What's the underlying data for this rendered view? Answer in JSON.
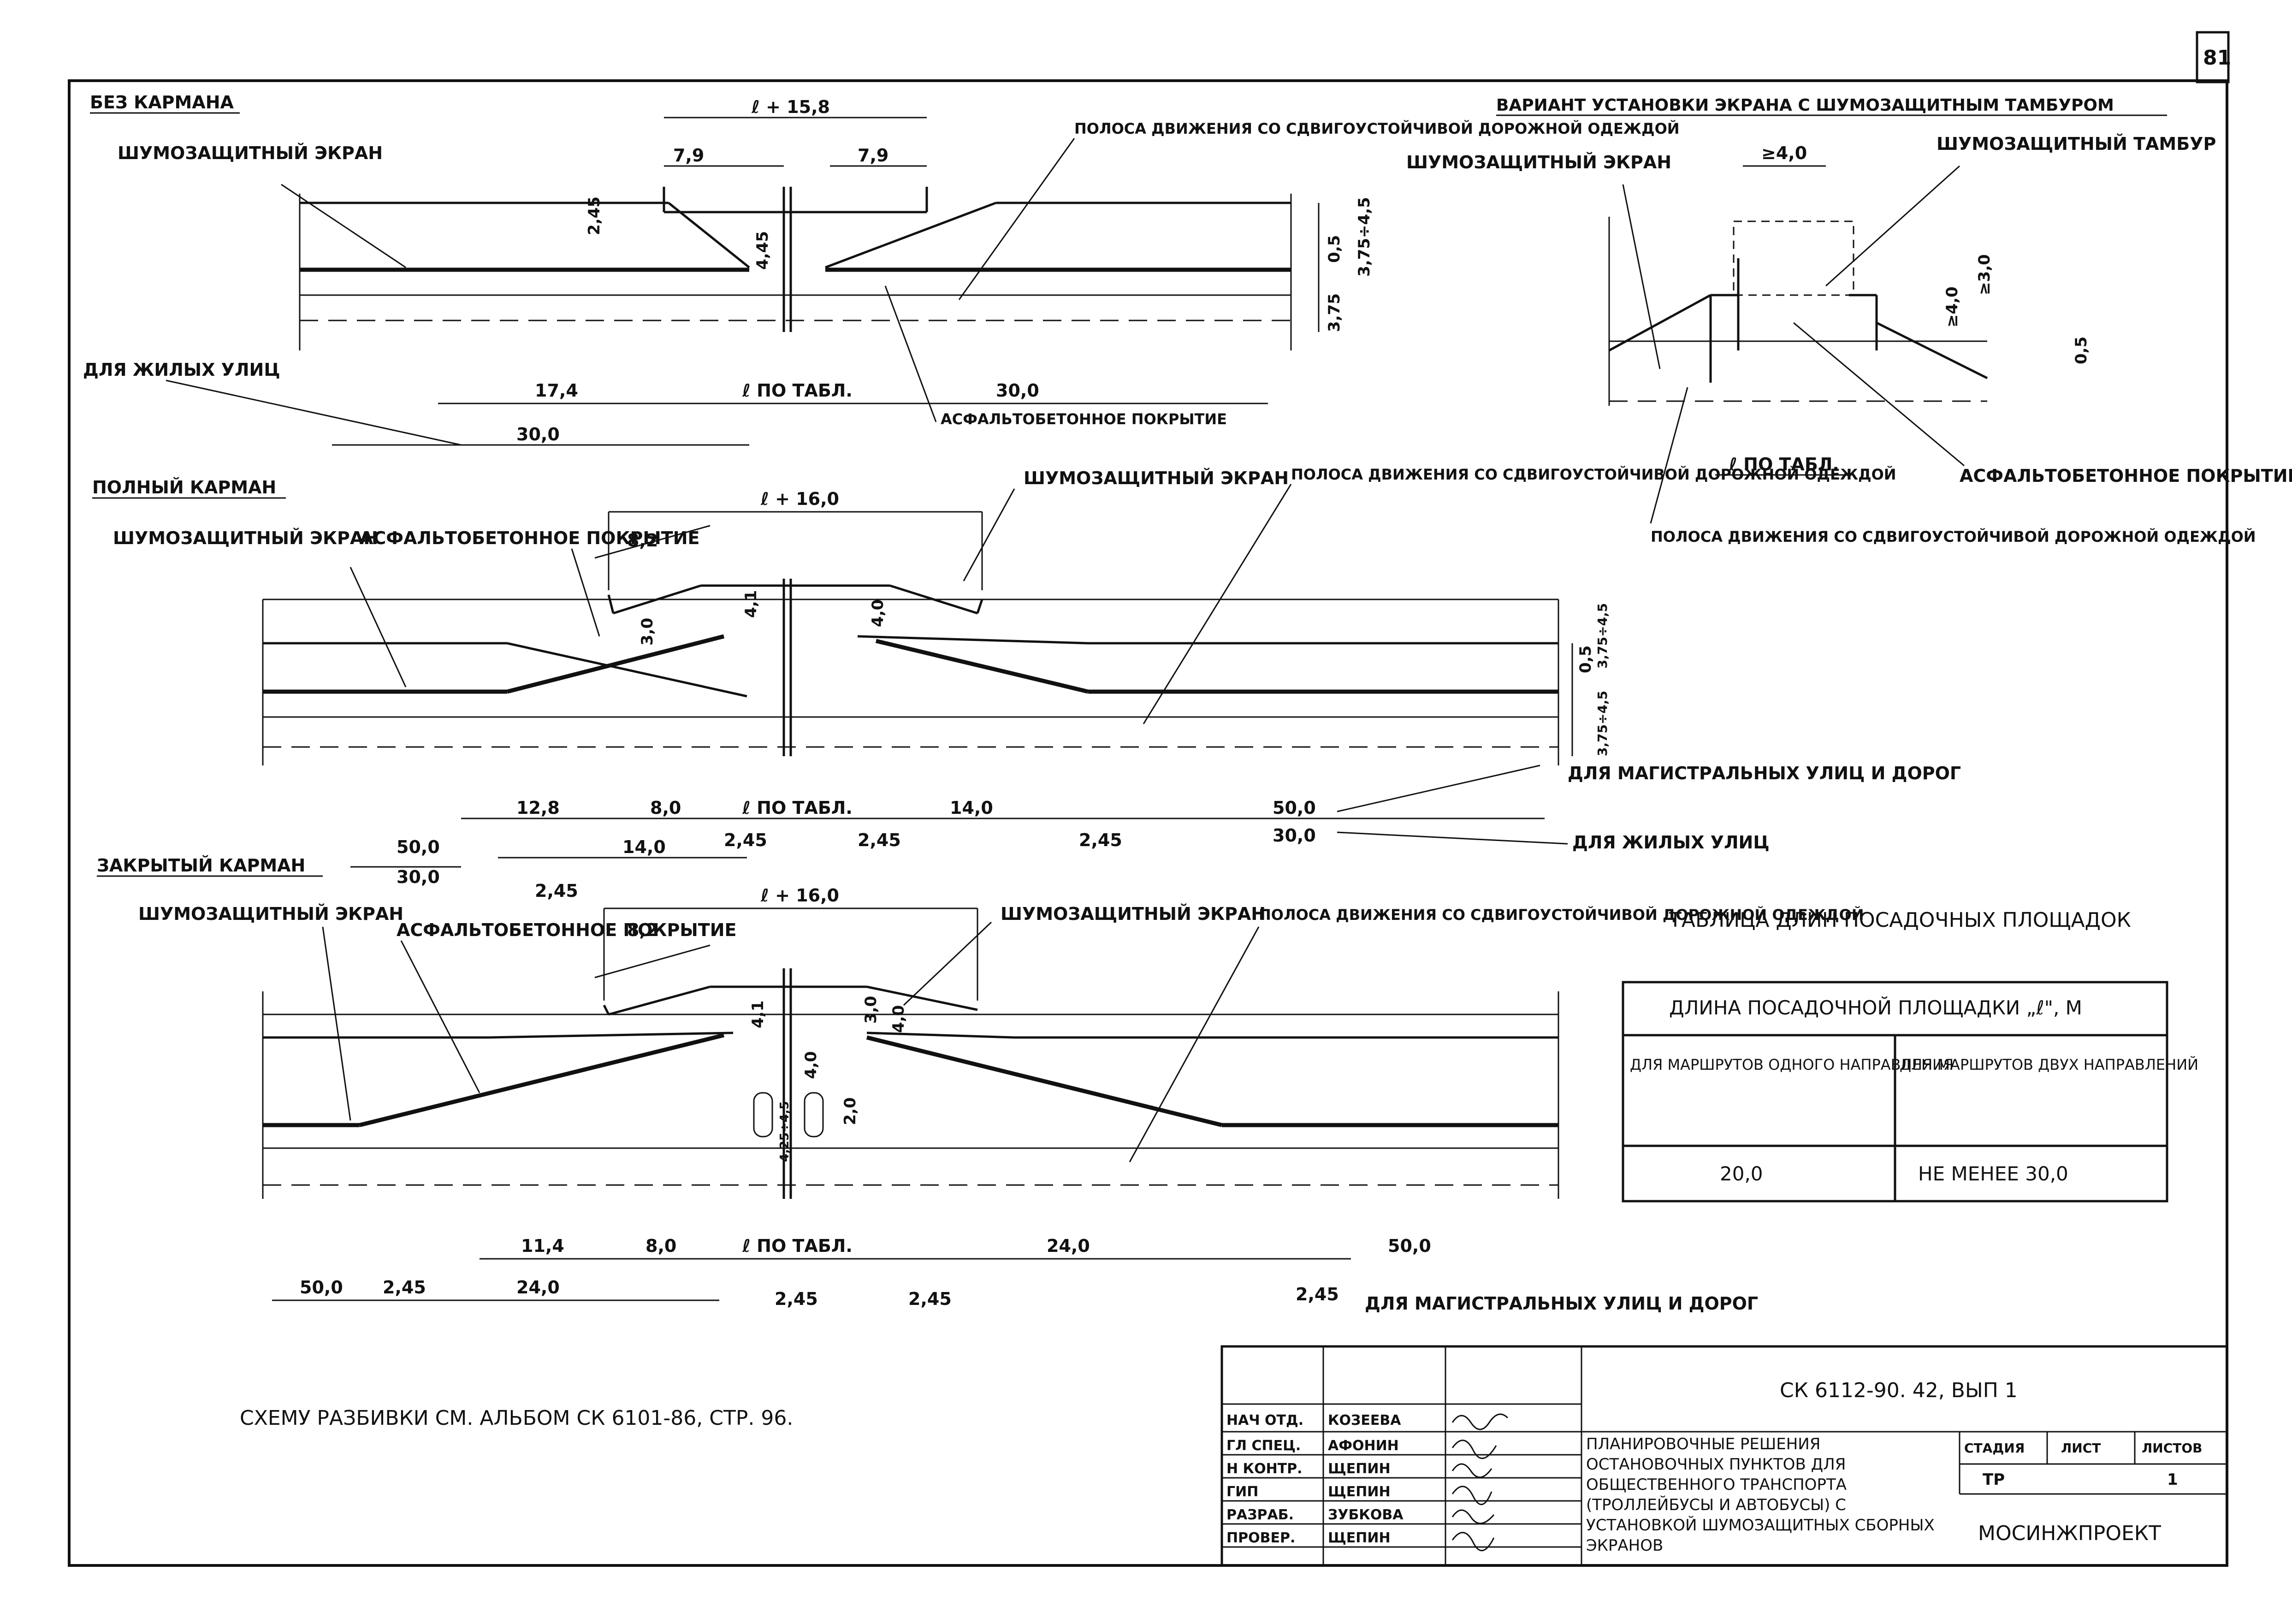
{
  "sheet": {
    "page_number": "81",
    "footnote": "СХЕМУ РАЗБИВКИ СМ. АЛЬБОМ СК 6101-86, СТР. 96."
  },
  "sections": {
    "no_pocket": {
      "title": "БЕЗ КАРМАНА",
      "labels": {
        "screen": "ШУМОЗАЩИТНЫЙ ЭКРАН",
        "lane": "ПОЛОСА ДВИЖЕНИЯ СО СДВИГОУСТОЙЧИВОЙ ДОРОЖНОЙ ОДЕЖДОЙ",
        "asphalt": "АСФАЛЬТОБЕТОННОЕ ПОКРЫТИЕ",
        "residential": "ДЛЯ ЖИЛЫХ УЛИЦ",
        "l_table": "ℓ ПО ТАБЛ."
      },
      "dims": {
        "top": "ℓ + 15,8",
        "left_7_9": "7,9",
        "right_7_9": "7,9",
        "span_17_4": "17,4",
        "span_30_right": "30,0",
        "span_30_bottom": "30,0",
        "v_2_45": "2,45",
        "v_4_45": "4,45",
        "v_0_5": "0,5",
        "v_3_75": "3,75",
        "v_3_75_4_5": "3,75÷4,5"
      }
    },
    "variant": {
      "title": "ВАРИАНТ УСТАНОВКИ ЭКРАНА С ШУМОЗАЩИТНЫМ ТАМБУРОМ",
      "labels": {
        "screen": "ШУМОЗАЩИТНЫЙ ЭКРАН",
        "tambour": "ШУМОЗАЩИТНЫЙ ТАМБУР",
        "asphalt": "АСФАЛЬТОБЕТОННОЕ ПОКРЫТИЕ",
        "lane": "ПОЛОСА ДВИЖЕНИЯ СО СДВИГОУСТОЙЧИВОЙ ДОРОЖНОЙ ОДЕЖДОЙ",
        "l_table": "ℓ ПО ТАБЛ."
      },
      "dims": {
        "top": "≥4,0",
        "v_4_0": "≥4,0",
        "v_3_0": "≥3,0",
        "v_0_5": "0,5"
      }
    },
    "full_pocket": {
      "title": "ПОЛНЫЙ КАРМАН",
      "labels": {
        "screen_left": "ШУМОЗАЩИТНЫЙ ЭКРАН",
        "screen_right": "ШУМОЗАЩИТНЫЙ ЭКРАН",
        "asphalt": "АСФАЛЬТОБЕТОННОЕ ПОКРЫТИЕ",
        "lane": "ПОЛОСА ДВИЖЕНИЯ СО СДВИГОУСТОЙЧИВОЙ ДОРОЖНОЙ ОДЕЖДОЙ",
        "arterial": "ДЛЯ МАГИСТРАЛЬНЫХ УЛИЦ И ДОРОГ",
        "residential": "ДЛЯ ЖИЛЫХ УЛИЦ",
        "l_table": "ℓ ПО ТАБЛ."
      },
      "dims": {
        "top": "ℓ + 16,0",
        "d_8_2": "8,2",
        "v_3_0": "3,0",
        "v_4_1": "4,1",
        "v_4_0": "4,0",
        "v_0_5": "0,5",
        "v_3_75": "3,75÷4,5",
        "v_3_75b": "3,75÷4,5",
        "d_12_8": "12,8",
        "d_8_0": "8,0",
        "d_14_0_right": "14,0",
        "d_50_right": "50,0",
        "d_30_right": "30,0",
        "d_50_left": "50,0",
        "d_30_left": "30,0",
        "d_14_0_left": "14,0",
        "d_2_45_a": "2,45",
        "d_2_45_b": "2,45",
        "d_2_45_c": "2,45",
        "d_2_45_d": "2,45"
      }
    },
    "closed_pocket": {
      "title": "ЗАКРЫТЫЙ КАРМАН",
      "labels": {
        "screen_left": "ШУМОЗАЩИТНЫЙ ЭКРАН",
        "screen_right": "ШУМОЗАЩИТНЫЙ ЭКРАН",
        "asphalt": "АСФАЛЬТОБЕТОННОЕ ПОКРЫТИЕ",
        "lane": "ПОЛОСА ДВИЖЕНИЯ СО СДВИГОУСТОЙЧИВОЙ ДОРОЖНОЙ ОДЕЖДОЙ",
        "arterial": "ДЛЯ МАГИСТРАЛЬНЫХ УЛИЦ И ДОРОГ",
        "l_table": "ℓ ПО ТАБЛ."
      },
      "dims": {
        "top": "ℓ + 16,0",
        "d_8_2": "8,2",
        "v_4_1": "4,1",
        "v_3_0": "3,0",
        "v_4_0a": "4,0",
        "v_4_0b": "4,0",
        "v_2_0": "2,0",
        "v_4_25": "4,25÷4,5",
        "d_11_4": "11,4",
        "d_8_0": "8,0",
        "d_24_0_right": "24,0",
        "d_50_right": "50,0",
        "d_50_left": "50,0",
        "d_2_45_left": "2,45",
        "d_24_0_left": "24,0",
        "d_2_45_mid": "2,45",
        "d_2_45_mid2": "2,45",
        "d_2_45_right": "2,45"
      }
    }
  },
  "length_table": {
    "title": "ТАБЛИЦА ДЛИН ПОСАДОЧНЫХ ПЛОЩАДОК",
    "header": "ДЛИНА ПОСАДОЧНОЙ ПЛОЩАДКИ „ℓ\", М",
    "col1": "ДЛЯ МАРШРУТОВ ОДНОГО НАПРАВЛЕНИЯ",
    "col2": "ДЛЯ МАРШРУТОВ ДВУХ НАПРАВЛЕНИЙ",
    "val1": "20,0",
    "val2": "НЕ МЕНЕЕ 30,0"
  },
  "title_block": {
    "code": "СК 6112-90. 42, ВЫП 1",
    "description": "ПЛАНИРОВОЧНЫЕ РЕШЕНИЯ ОСТАНОВОЧНЫХ ПУНКТОВ ДЛЯ ОБЩЕСТВЕННОГО ТРАНСПОРТА (ТРОЛЛЕЙБУСЫ И АВТОБУСЫ) С УСТАНОВКОЙ ШУМОЗАЩИТНЫХ СБОРНЫХ ЭКРАНОВ",
    "org": "МОСИНЖПРОЕКТ",
    "stage_label": "СТАДИЯ",
    "sheet_label": "ЛИСТ",
    "sheets_label": "ЛИСТОВ",
    "stage": "ТР",
    "sheets": "1",
    "signers": [
      {
        "role": "НАЧ ОТД.",
        "name": "КОЗЕЕВА"
      },
      {
        "role": "ГЛ СПЕЦ.",
        "name": "АФОНИН"
      },
      {
        "role": "Н КОНТР.",
        "name": "ЩЕПИН"
      },
      {
        "role": "ГИП",
        "name": "ЩЕПИН"
      },
      {
        "role": "РАЗРАБ.",
        "name": "ЗУБКОВА"
      },
      {
        "role": "ПРОВЕР.",
        "name": "ЩЕПИН"
      }
    ]
  }
}
